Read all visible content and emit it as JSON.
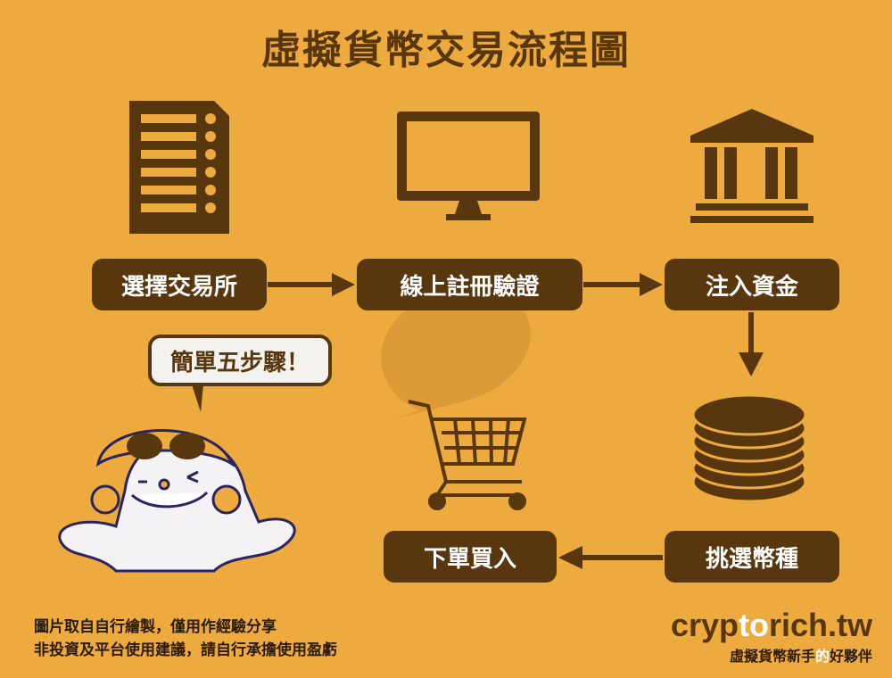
{
  "title": "虛擬貨幣交易流程圖",
  "steps": [
    "選擇交易所",
    "線上註冊驗證",
    "注入資金",
    "挑選幣種",
    "下單買入"
  ],
  "bubble": "簡單五步驟！",
  "note": [
    "圖片取自自行繪製，僅用作經驗分享",
    "非投資及平台使用建議，請自行承擔使用盈虧"
  ],
  "brand": {
    "logo_a": "cryp",
    "logo_b": "to",
    "logo_c": "rich.tw",
    "tag_a": "虛擬貨幣新手",
    "tag_b": "的",
    "tag_c": "好夥伴"
  },
  "colors": {
    "bg": "#EDAB3F",
    "brown": "#58370f"
  }
}
